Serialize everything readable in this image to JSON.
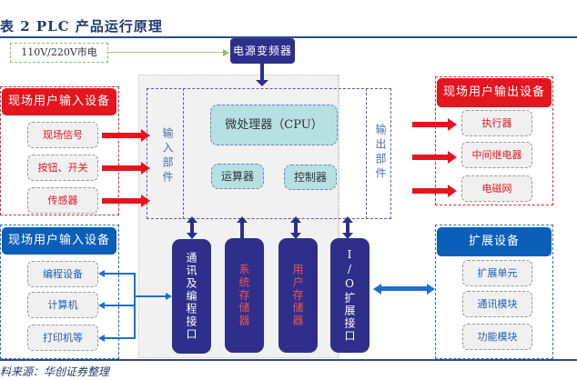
{
  "title": "表 2 PLC 产品运行原理",
  "source": "料来源：华创证券整理",
  "colors": {
    "navy": "#2e2f8a",
    "red": "#e3161f",
    "blue": "#0b5fb8",
    "cyan": "#b7e0e3",
    "panel_gray": "#f1f1f1"
  },
  "power_input": {
    "label": "110V/220V市电"
  },
  "power_converter": {
    "label": "电源变频器"
  },
  "plc_core": {
    "input_unit": "输入部件",
    "output_unit": "输出部件",
    "cpu": "微处理器（CPU）",
    "alu": "运算器",
    "controller": "控制器"
  },
  "memory_blocks": [
    {
      "label": "通讯及编程接口",
      "text_color": "white"
    },
    {
      "label": "系统存储器",
      "text_color": "red"
    },
    {
      "label": "用户存储器",
      "text_color": "red"
    },
    {
      "label": "I/O扩展接口",
      "text_color": "white"
    }
  ],
  "field_input_devices": {
    "header": "现场用户输入设备",
    "items": [
      "现场信号",
      "按钮、开关",
      "传感器"
    ]
  },
  "field_output_devices": {
    "header": "现场用户输出设备",
    "items": [
      "执行器",
      "中间继电器",
      "电磁网"
    ]
  },
  "programming_devices": {
    "header": "现场用户输入设备",
    "items": [
      "编程设备",
      "计算机",
      "打印机等"
    ]
  },
  "expansion_devices": {
    "header": "扩展设备",
    "items": [
      "扩展单元",
      "通讯模块",
      "功能模块"
    ]
  }
}
